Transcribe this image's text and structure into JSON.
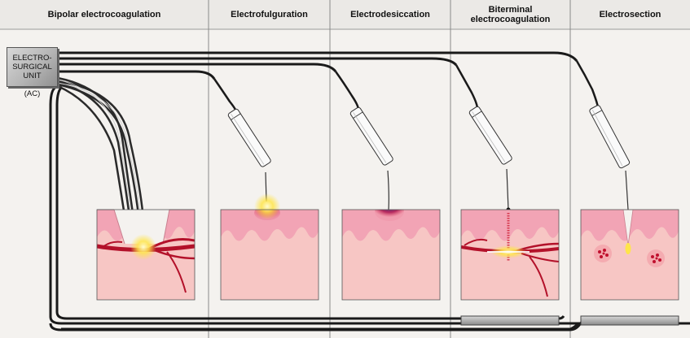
{
  "columns": [
    {
      "title": "Bipolar electrocoagulation"
    },
    {
      "title": "Electrofulguration"
    },
    {
      "title": "Electrodesiccation"
    },
    {
      "title": "Biterminal\nelectrocoagulation"
    },
    {
      "title": "Electrosection"
    }
  ],
  "unit": {
    "lines": [
      "ELECTRO-",
      "SURGICAL",
      "UNIT"
    ],
    "current": "(AC)"
  },
  "colors": {
    "background": "#f4f2ef",
    "header": "#ebe9e6",
    "epidermis": "#f2a4b5",
    "dermis": "#f7c6c4",
    "vessel": "#b3112a",
    "glow": "#ffe54a",
    "wire": "#1a1a1a"
  }
}
